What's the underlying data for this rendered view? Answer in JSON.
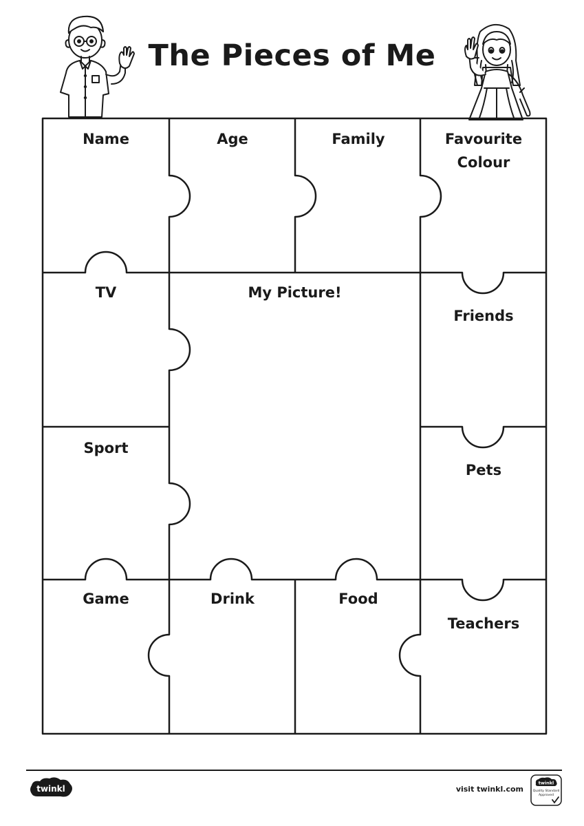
{
  "title": "The Pieces of Me",
  "pieces": [
    {
      "label": "Name"
    },
    {
      "label": "Age"
    },
    {
      "label": "Family"
    },
    {
      "label": "Favourite\nColour"
    },
    {
      "label": "TV"
    },
    {
      "label": "My Picture!"
    },
    {
      "label": "Friends"
    },
    {
      "label": "Sport"
    },
    {
      "label": "Pets"
    },
    {
      "label": "Game"
    },
    {
      "label": "Drink"
    },
    {
      "label": "Food"
    },
    {
      "label": "Teachers"
    }
  ],
  "footer": {
    "logo_text": "twinkl",
    "link_text": "visit twinkl.com",
    "badge_brand": "twinkl",
    "badge_line1": "Quality Standard",
    "badge_line2": "Approved"
  },
  "colors": {
    "ink": "#1a1a1a",
    "paper": "#ffffff"
  },
  "icons": {
    "boy": "waving-boy-illustration",
    "girl": "waving-girl-illustration"
  }
}
